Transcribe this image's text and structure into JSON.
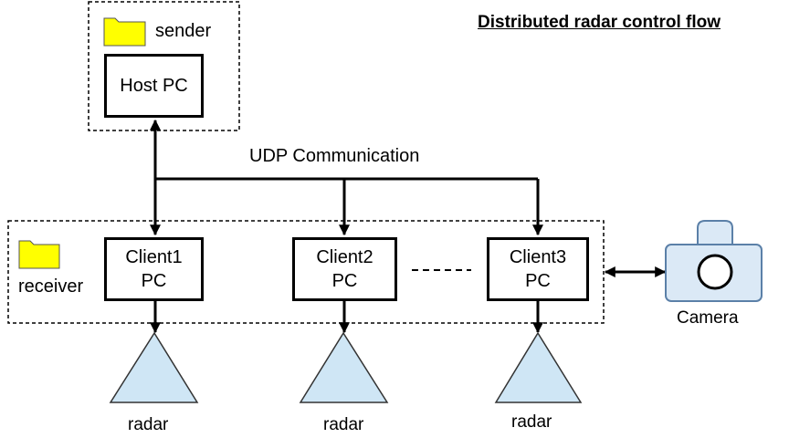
{
  "title": "Distributed radar control flow",
  "sender_group": {
    "label": "sender",
    "icon": "folder-icon"
  },
  "receiver_group": {
    "label": "receiver",
    "icon": "folder-icon"
  },
  "host": {
    "label": "Host PC"
  },
  "link": {
    "label": "UDP Communication"
  },
  "clients": [
    {
      "line1": "Client1",
      "line2": "PC"
    },
    {
      "line1": "Client2",
      "line2": "PC"
    },
    {
      "line1": "Client3",
      "line2": "PC"
    }
  ],
  "radars": [
    {
      "label": "radar"
    },
    {
      "label": "radar"
    },
    {
      "label": "radar"
    }
  ],
  "camera": {
    "label": "Camera",
    "icon": "camera-icon"
  },
  "colors": {
    "folder": "#ffff00",
    "radar_fill": "#cfe6f5",
    "camera_fill": "#dbe9f6",
    "camera_stroke": "#5b80a8",
    "line": "#000000"
  }
}
